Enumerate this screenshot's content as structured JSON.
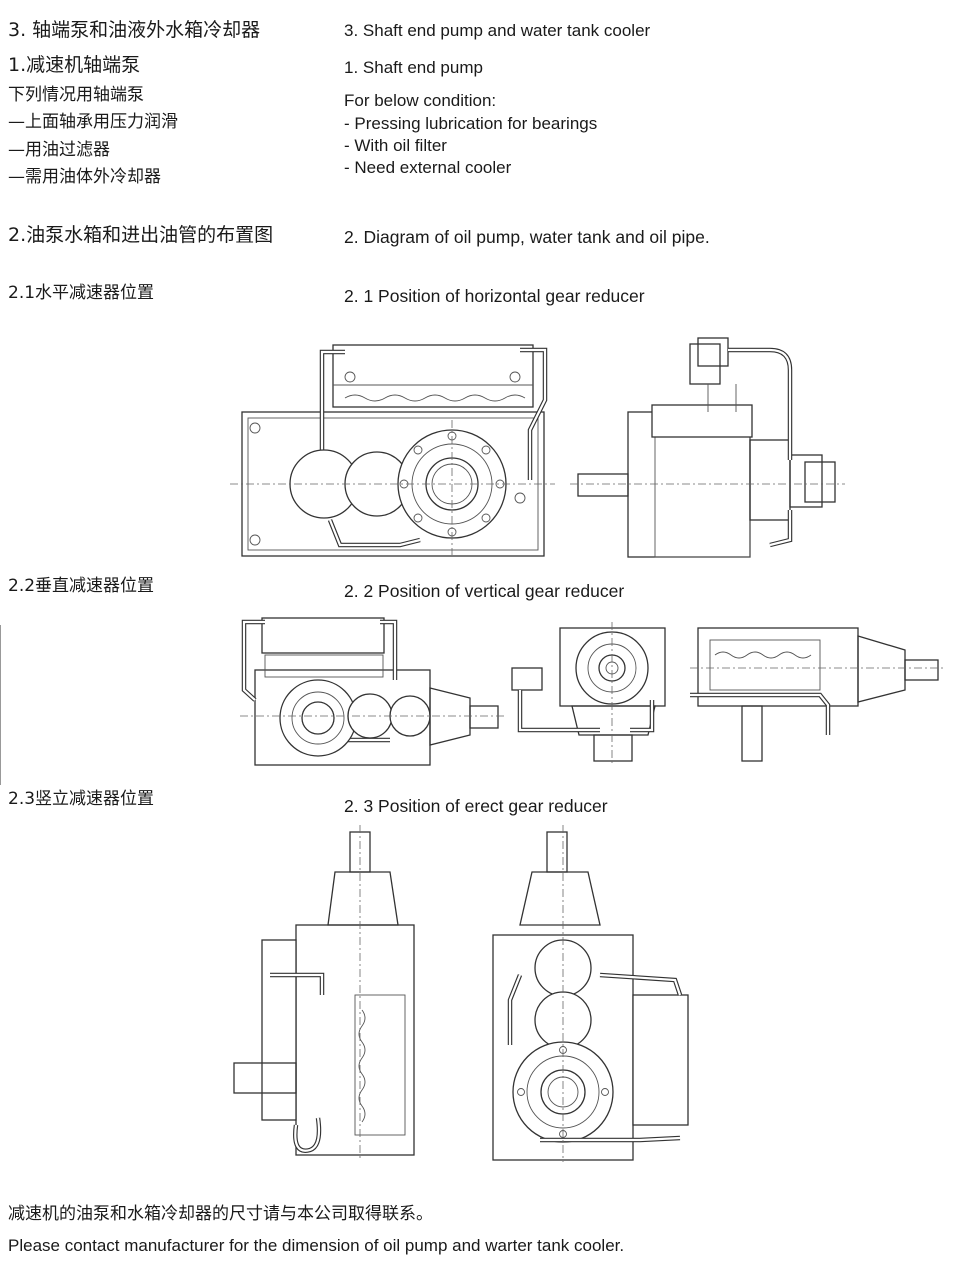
{
  "left_col": {
    "title": "3. 轴端泵和油液外水箱冷却器",
    "sub1": "1.减速机轴端泵",
    "cond_intro": "下列情况用轴端泵",
    "cond1": "—上面轴承用压力润滑",
    "cond2": "—用油过滤器",
    "cond3": "—需用油体外冷却器",
    "diagram_title": "2.油泵水箱和进出油管的布置图",
    "pos1": "2.1水平减速器位置",
    "pos2": "2.2垂直减速器位置",
    "pos3": "2.3竖立减速器位置"
  },
  "right_col": {
    "title": "3. Shaft end pump and water tank cooler",
    "sub1": "1. Shaft end pump",
    "cond_intro": "For below condition:",
    "cond1": "- Pressing lubrication for bearings",
    "cond2": "- With oil filter",
    "cond3": "- Need external cooler",
    "diagram_title": "2. Diagram of oil pump, water tank and oil pipe.",
    "pos1": "2. 1 Position of horizontal gear reducer",
    "pos2": "2. 2 Position of vertical gear reducer",
    "pos3": "2. 3 Position of erect gear reducer"
  },
  "footer": {
    "zh": "减速机的油泵和水箱冷却器的尺寸请与本公司取得联系。",
    "en": "Please contact manufacturer for the dimension of oil pump and warter tank cooler."
  }
}
